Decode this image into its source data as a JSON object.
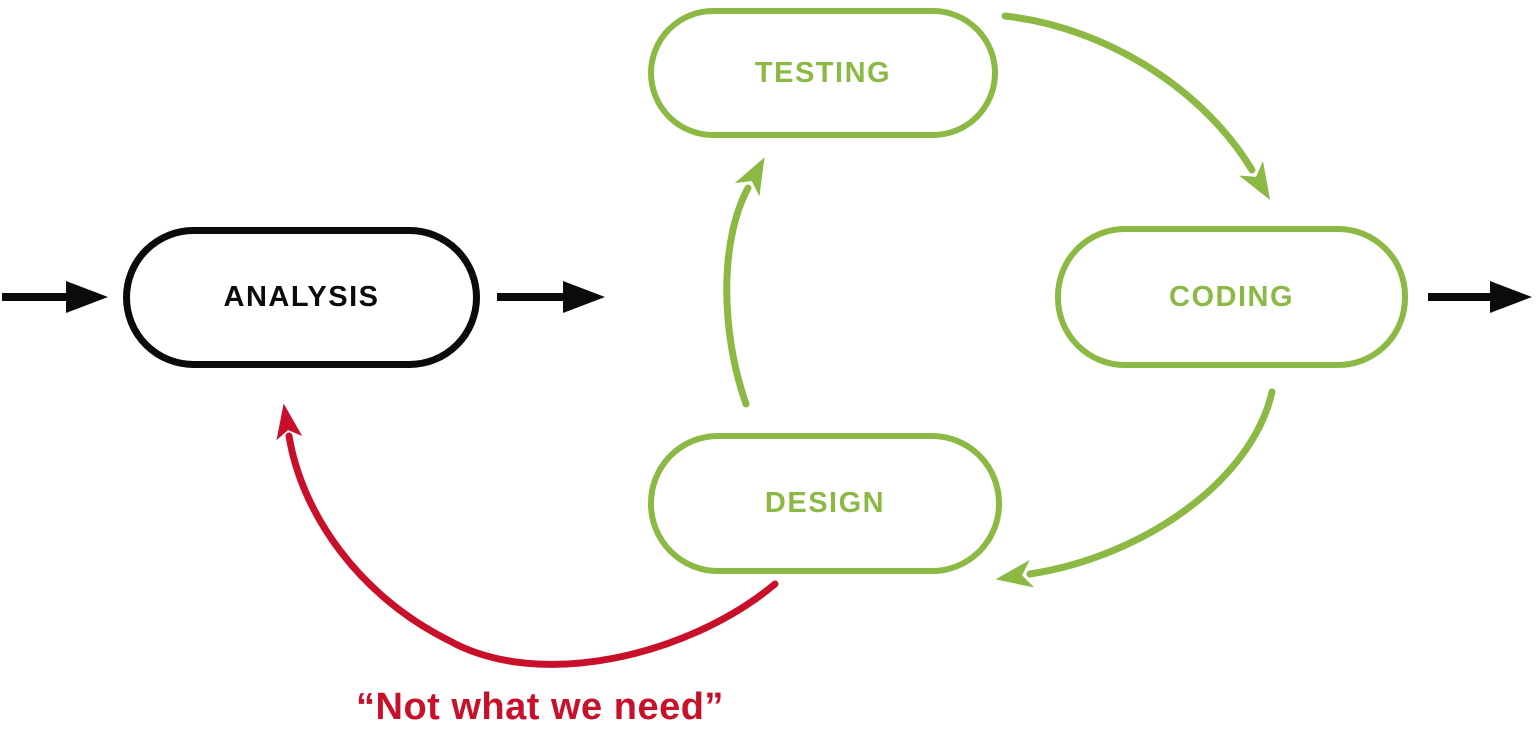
{
  "diagram": {
    "nodes": {
      "analysis": {
        "label": "ANALYSIS"
      },
      "testing": {
        "label": "TESTING"
      },
      "coding": {
        "label": "CODING"
      },
      "design": {
        "label": "DESIGN"
      }
    },
    "annotation": {
      "text": "“Not what we need”"
    },
    "colors": {
      "black": "#0b0b0b",
      "green": "#8cb943",
      "red": "#c9102a",
      "background": "#ffffff"
    },
    "flows": [
      {
        "from": "external",
        "to": "analysis",
        "style": "black"
      },
      {
        "from": "analysis",
        "to": "cycle",
        "style": "black"
      },
      {
        "from": "testing",
        "to": "coding",
        "style": "green"
      },
      {
        "from": "coding",
        "to": "design",
        "style": "green"
      },
      {
        "from": "design",
        "to": "testing",
        "style": "green"
      },
      {
        "from": "design",
        "to": "analysis",
        "style": "red"
      },
      {
        "from": "coding",
        "to": "external",
        "style": "black"
      }
    ]
  }
}
